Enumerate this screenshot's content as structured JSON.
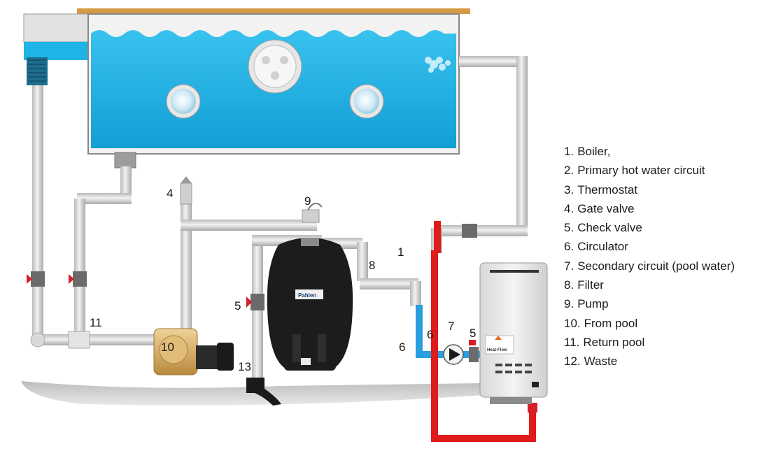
{
  "legend": {
    "items": [
      {
        "num": "1.",
        "text": "Boiler,"
      },
      {
        "num": "2.",
        "text": "Primary hot water circuit"
      },
      {
        "num": "3.",
        "text": "Thermostat"
      },
      {
        "num": "4.",
        "text": "Gate valve"
      },
      {
        "num": "5.",
        "text": "Check valve"
      },
      {
        "num": "6.",
        "text": "Circulator"
      },
      {
        "num": "7.",
        "text": "Secondary circuit (pool water)"
      },
      {
        "num": "8.",
        "text": "Filter"
      },
      {
        "num": "9.",
        "text": "Pump"
      },
      {
        "num": "10.",
        "text": "From pool"
      },
      {
        "num": "11.",
        "text": "Return pool"
      },
      {
        "num": "12.",
        "text": "Waste"
      }
    ]
  },
  "callouts": {
    "n1": "1",
    "n4": "4",
    "n5_left": "5",
    "n5_right": "5",
    "n6_a": "6",
    "n6_b": "6",
    "n7": "7",
    "n8": "8",
    "n9": "9",
    "n10": "10",
    "n11": "11",
    "n13": "13"
  },
  "product_labels": {
    "filter_brand": "Pahlen",
    "boiler_brand": "Heat-Flow"
  },
  "colors": {
    "water": "#1fb3e6",
    "pipe": "#d9d9d9",
    "hot_pipe": "#e01b1b",
    "blue_pipe": "#2a9fe0",
    "valve_red": "#d81e2a",
    "pump_brass": "#d9b56e",
    "filter_body": "#1c1c1c",
    "boiler_body": "#e6e6e6",
    "deck_wood": "#d49a45"
  }
}
